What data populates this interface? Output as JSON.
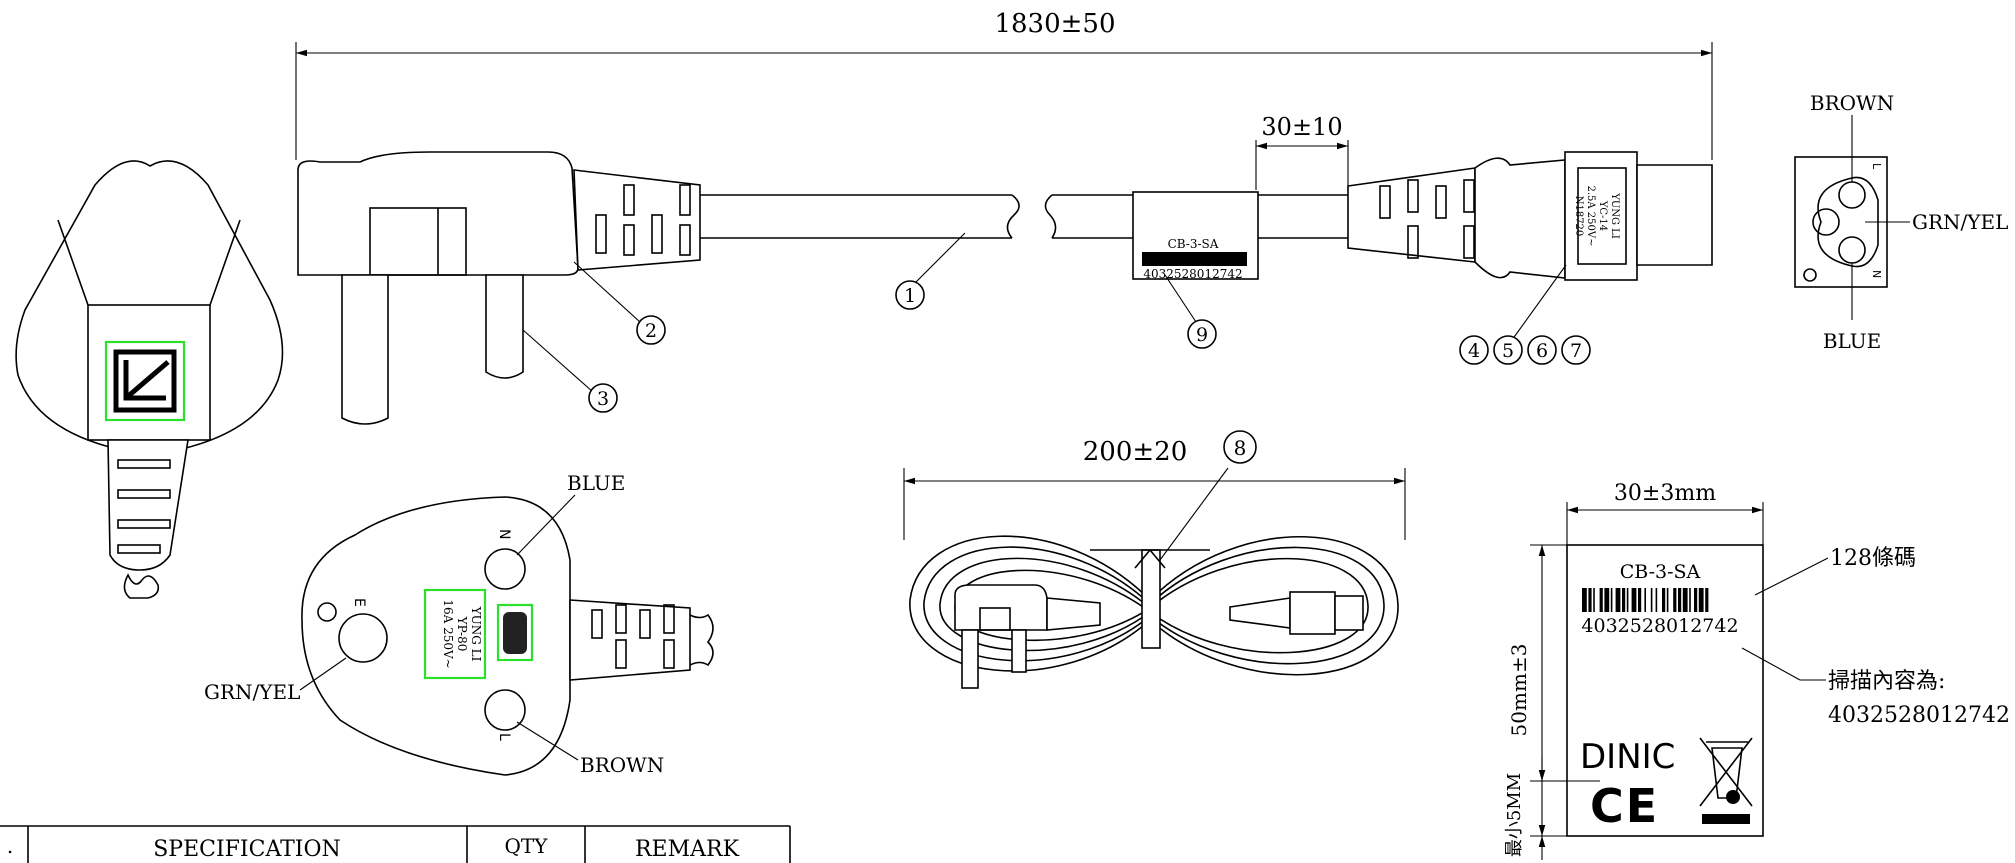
{
  "dimensions": {
    "total_length": "1830±50",
    "strip_length": "30±10",
    "coil_width": "200±20",
    "label_width": "30±3mm",
    "label_height": "50mm±3",
    "min_margin": "最小5MM"
  },
  "callouts": {
    "c1": "1",
    "c2": "2",
    "c3": "3",
    "c4": "4",
    "c5": "5",
    "c6": "6",
    "c7": "7",
    "c8": "8",
    "c9": "9"
  },
  "wires": {
    "brown": "BROWN",
    "blue": "BLUE",
    "grn_yel": "GRN/YEL"
  },
  "pin_marks": {
    "n": "N",
    "l": "L",
    "e": "E"
  },
  "plug_print": {
    "line1": "YUNG LI",
    "line2": "YP-80",
    "line3": "16A 250V~"
  },
  "connector_print": {
    "line1": "YUNG LI",
    "line2": "YC-14",
    "line3": "2.5A 250V~",
    "line4": "N18720"
  },
  "label": {
    "code": "CB-3-SA",
    "number": "4032528012742",
    "brand": "DINIC",
    "ce_mark": "CE",
    "barcode_note": "128條碼",
    "scan_note_title": "掃描內容為:",
    "scan_note_value": "4032528012742"
  },
  "sleeve_label": {
    "code": "CB-3-SA",
    "number": "4032528012742"
  },
  "table_header": {
    "col0": ".",
    "col1": "SPECIFICATION",
    "col2": "QTY",
    "col3": "REMARK"
  }
}
